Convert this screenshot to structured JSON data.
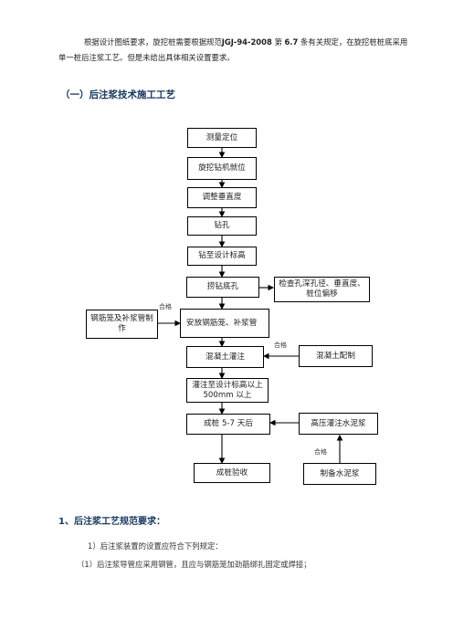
{
  "intro": {
    "part1": "根据设计图纸要求，旋挖桩需要根据规范",
    "code": "JGJ-94-2008",
    "part2": " 第 ",
    "section": "6.7",
    "part3": " 条有关规定，在旋挖桩桩底采用单一桩后注浆工艺。但是未给出具体相关设置要求。"
  },
  "section_title": "（一）后注浆技术施工工艺",
  "flowchart": {
    "steps": {
      "s1": "测量定位",
      "s2": "旋挖钻机就位",
      "s3": "调整垂直度",
      "s4": "钻孔",
      "s5": "钻至设计标高",
      "s6": "捞钻底孔",
      "s7": "安放钢筋笼、补浆管",
      "s8": "混凝土灌注",
      "s9": "灌注至设计标高以上 500mm 以上",
      "s10": "成桩 5-7 天后",
      "s11": "成桩验收"
    },
    "side": {
      "check": "检查孔深孔径、垂直度、桩位偏移",
      "cage": "钢筋笼及补浆管制作",
      "concrete": "混凝土配制",
      "pressure": "高压灌注水泥浆",
      "cement": "制备水泥浆"
    },
    "labels": {
      "pass1": "合格",
      "pass2": "合格",
      "pass3": "合格"
    }
  },
  "heading1": "1、后注浆工艺规范要求：",
  "para1": "1）后注浆装置的设置应符合下列规定：",
  "para2": "（1）后注浆导管应采用钢管，且应与钢筋笼加劲筋绑扎固定或焊接；"
}
